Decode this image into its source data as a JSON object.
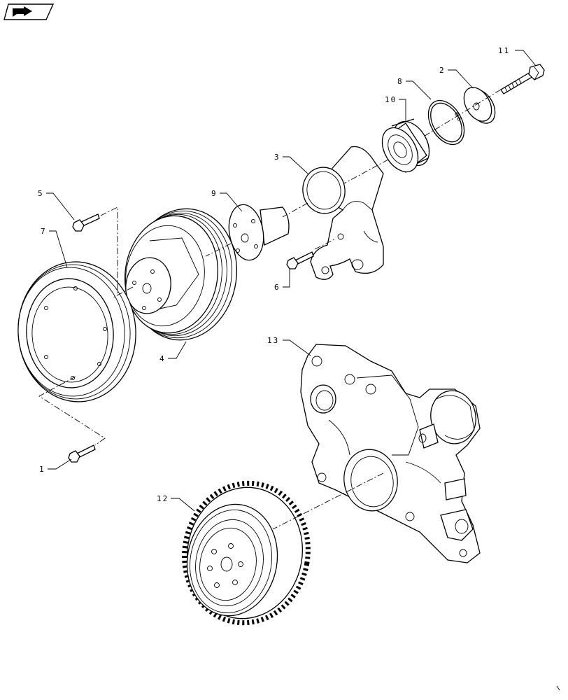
{
  "nav_button": {
    "icon": "arrow-icon"
  },
  "diagram": {
    "callouts": [
      {
        "id": "c1",
        "text": "1"
      },
      {
        "id": "c2",
        "text": "2"
      },
      {
        "id": "c3",
        "text": "3"
      },
      {
        "id": "c4",
        "text": "4"
      },
      {
        "id": "c5",
        "text": "5"
      },
      {
        "id": "c6",
        "text": "6"
      },
      {
        "id": "c7",
        "text": "7"
      },
      {
        "id": "c8",
        "text": "8"
      },
      {
        "id": "c9",
        "text": "9"
      },
      {
        "id": "c10",
        "text": "10"
      },
      {
        "id": "c11",
        "text": "11"
      },
      {
        "id": "c12",
        "text": "12"
      },
      {
        "id": "c13",
        "text": "13"
      }
    ]
  }
}
